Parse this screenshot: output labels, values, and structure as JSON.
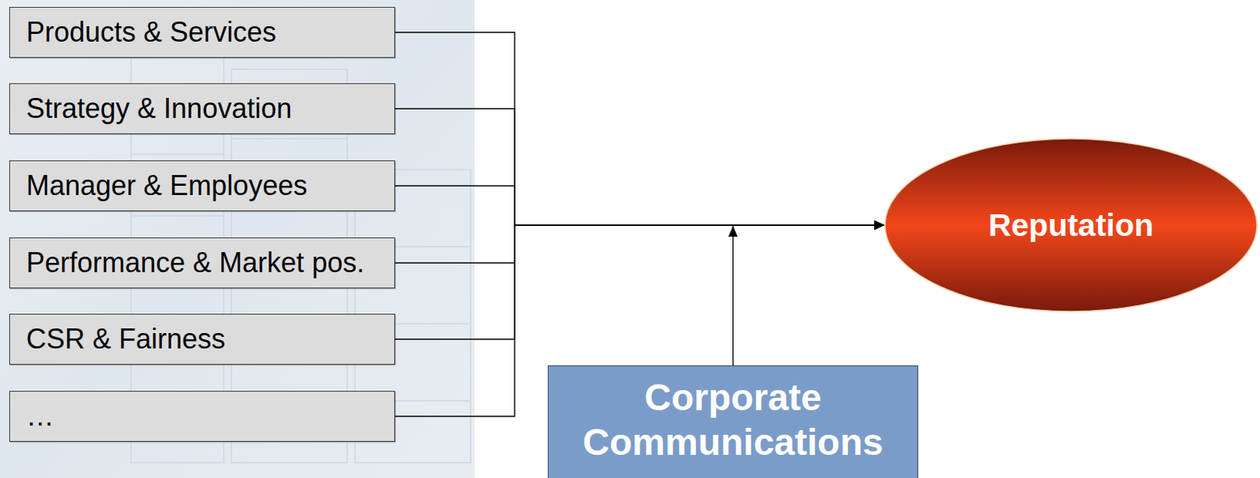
{
  "diagram": {
    "nodes": [
      {
        "text": [
          "Products & Services"
        ]
      },
      {
        "text": [
          "Strategy & Innovation"
        ]
      },
      {
        "text": [
          "Manager & Employees"
        ]
      },
      {
        "text": [
          "Performance & Market pos."
        ]
      },
      {
        "text": [
          "CSR & Fairness"
        ]
      },
      {
        "text": [
          "…"
        ]
      },
      {
        "text": [
          "Reputation"
        ]
      },
      {
        "text": [
          "Corporate Communications"
        ]
      }
    ],
    "edges": [
      {
        "from": 0,
        "to": 6,
        "arrow": "to"
      },
      {
        "from": 1,
        "to": 6,
        "arrow": "to"
      },
      {
        "from": 2,
        "to": 6,
        "arrow": "to"
      },
      {
        "from": 3,
        "to": 6,
        "arrow": "to"
      },
      {
        "from": 4,
        "to": 6,
        "arrow": "to"
      },
      {
        "from": 5,
        "to": 6,
        "arrow": "to"
      },
      {
        "from": 7,
        "to": 6,
        "arrow": "to"
      }
    ]
  }
}
